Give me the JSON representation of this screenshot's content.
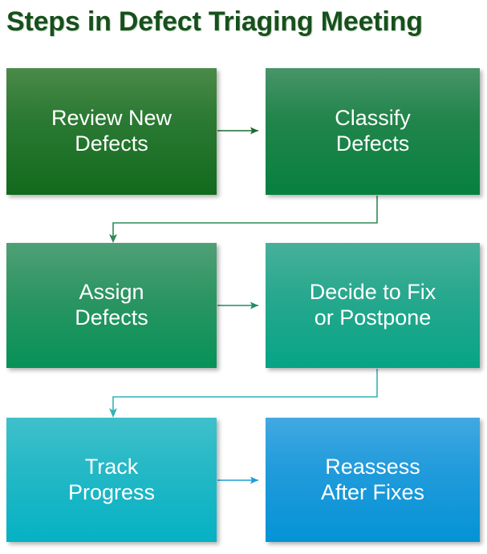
{
  "title": "Steps in Defect Triaging Meeting",
  "diagram": {
    "type": "flowchart",
    "orientation": "left-to-right, wrapping into 3 rows of 2",
    "background_color": "#ffffff",
    "title_color": "#17501c",
    "node_text_color": "#ffffff",
    "nodes": [
      {
        "id": "review",
        "order": 1,
        "label": "Review New\nDefects",
        "color_top": "#4b8a49",
        "color_bottom": "#126a1d"
      },
      {
        "id": "classify",
        "order": 2,
        "label": "Classify\nDefects",
        "color_top": "#489468",
        "color_bottom": "#07803f"
      },
      {
        "id": "assign",
        "order": 3,
        "label": "Assign\nDefects",
        "color_top": "#4fa076",
        "color_bottom": "#069258"
      },
      {
        "id": "decide",
        "order": 4,
        "label": "Decide to Fix\nor Postpone",
        "color_top": "#47b09a",
        "color_bottom": "#06a487"
      },
      {
        "id": "track",
        "order": 5,
        "label": "Track\nProgress",
        "color_top": "#3fc0cb",
        "color_bottom": "#05b2c4"
      },
      {
        "id": "reassess",
        "order": 6,
        "label": "Reassess\nAfter Fixes",
        "color_top": "#42a8e2",
        "color_bottom": "#0593d6"
      }
    ],
    "connectors": [
      {
        "id": "review-to-classify",
        "from": "review",
        "to": "classify",
        "shape": "straight-right",
        "color": "#1b6b31"
      },
      {
        "id": "classify-to-assign",
        "from": "classify",
        "to": "assign",
        "shape": "elbow-down-left",
        "color": "#2e8a55"
      },
      {
        "id": "assign-to-decide",
        "from": "assign",
        "to": "decide",
        "shape": "straight-right",
        "color": "#1f8d68"
      },
      {
        "id": "decide-to-track",
        "from": "decide",
        "to": "track",
        "shape": "elbow-down-left",
        "color": "#31b4b5"
      },
      {
        "id": "track-to-reassess",
        "from": "track",
        "to": "reassess",
        "shape": "straight-right",
        "color": "#1a9fd4"
      }
    ]
  }
}
